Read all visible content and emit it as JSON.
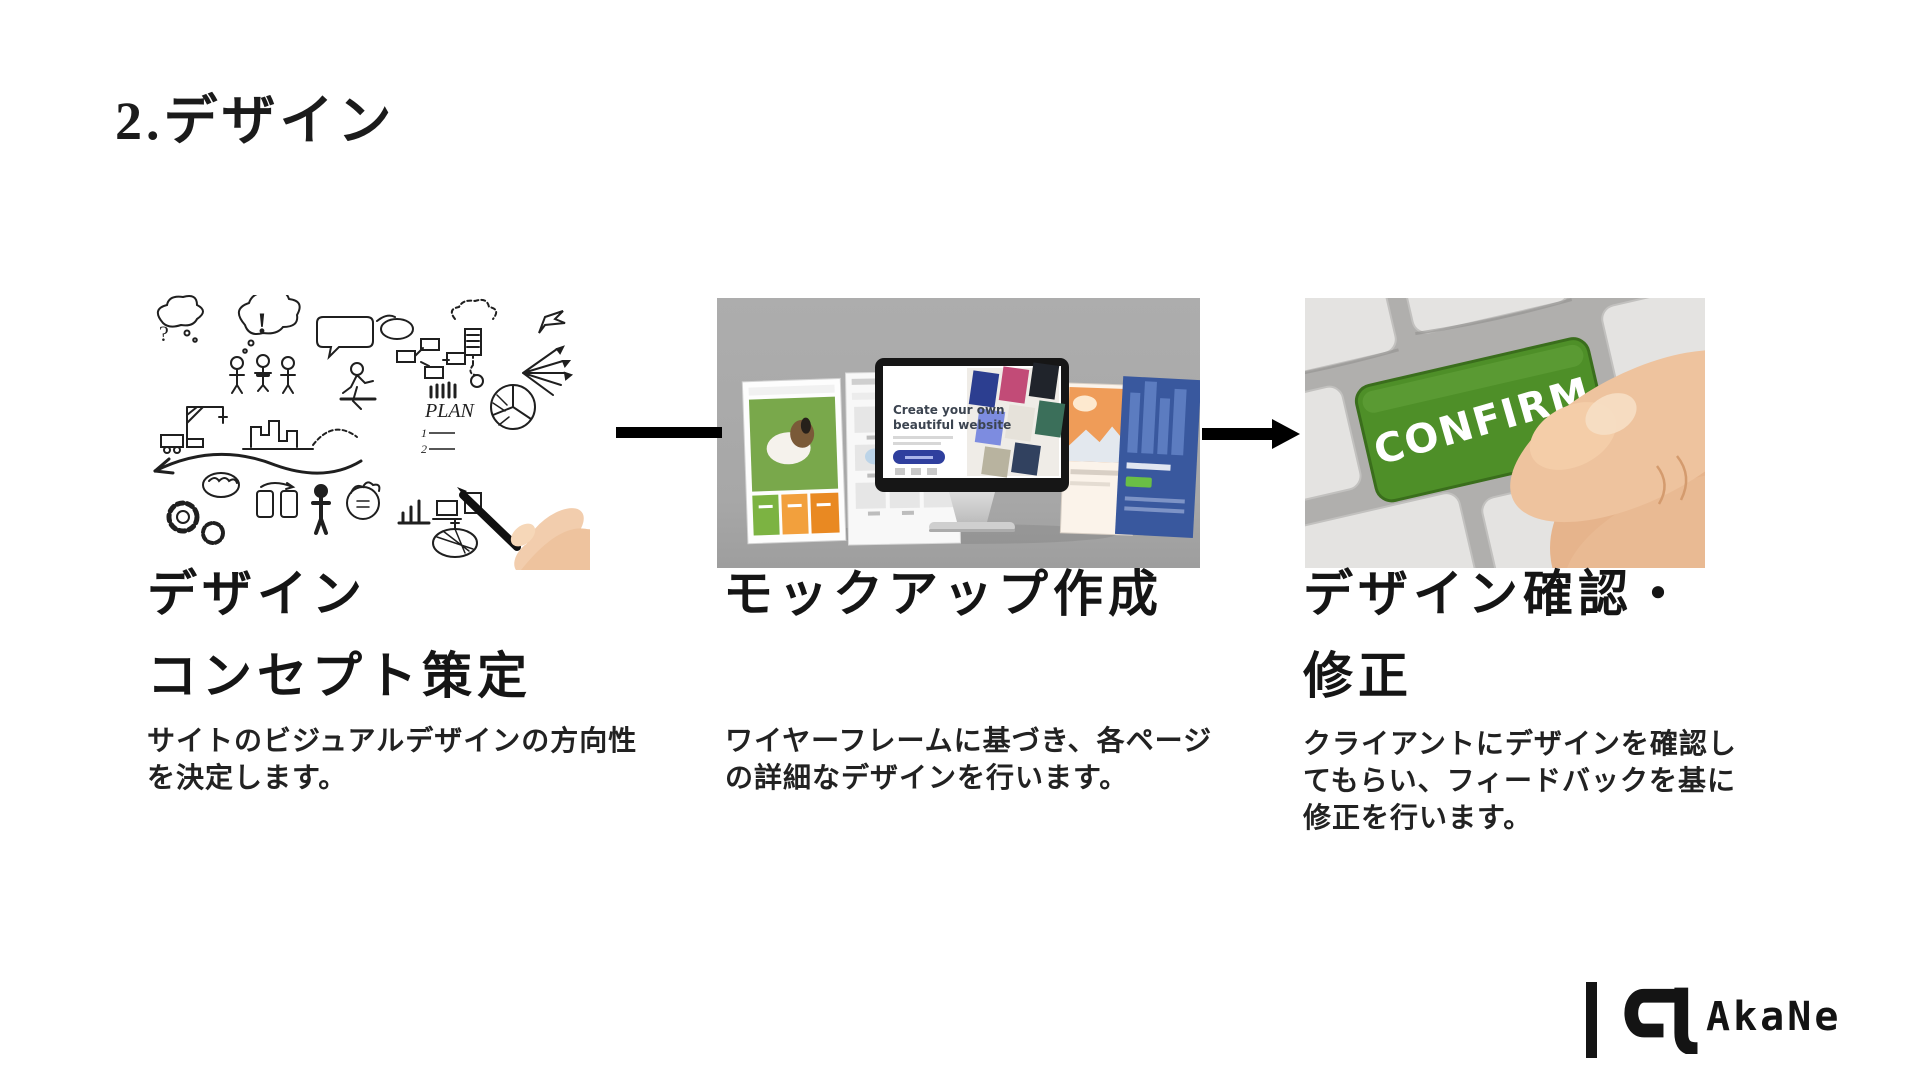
{
  "slide": {
    "title": "2.デザイン",
    "steps": [
      {
        "heading_lines": [
          "デザイン",
          "コンセプト策定"
        ],
        "body_lines": [
          "サイトのビジュアルデザインの方向性",
          "を決定します。"
        ],
        "image_alt": "hand-drawing-business-sketch"
      },
      {
        "heading_lines": [
          "モックアップ作成"
        ],
        "body_lines": [
          "ワイヤーフレームに基づき、各ページ",
          "の詳細なデザインを行います。"
        ],
        "image_alt": "monitor-with-website-mockups"
      },
      {
        "heading_lines": [
          "デザイン確認・",
          "修正"
        ],
        "body_lines": [
          "クライアントにデザインを確認し",
          "てもらい、フィードバックを基に",
          "修正を行います。"
        ],
        "image_alt": "finger-pressing-confirm-key"
      }
    ],
    "sketch": {
      "question": "?",
      "exclaim": "!",
      "plan": "PLAN",
      "plan_item1": "1",
      "plan_item2": "2"
    },
    "mockup_screen_lines": [
      "Create your own",
      "beautiful website"
    ],
    "confirm_key_label": "CONFIRM",
    "logo_text": "AkaNe",
    "colors": {
      "text": "#1b1b1b",
      "photo_gray": "#a9a9a9",
      "confirm_green": "#4e8f28",
      "arrow_black": "#000000",
      "flesh": "#eec39e",
      "screen_button_blue": "#2f3f9e"
    }
  }
}
